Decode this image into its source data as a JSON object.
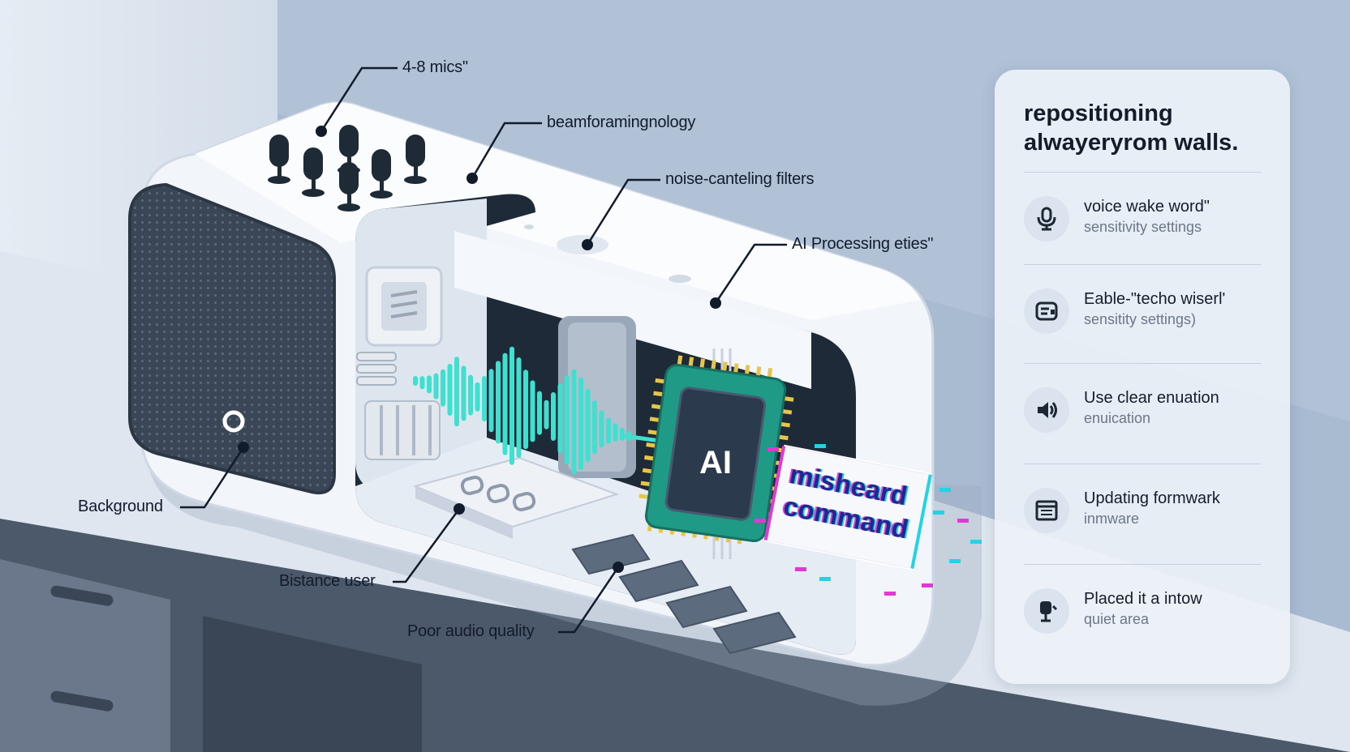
{
  "diagram": {
    "callouts": [
      {
        "id": "mics",
        "text": "4-8 mics\""
      },
      {
        "id": "beamforming",
        "text": "beamforamingnology"
      },
      {
        "id": "noise",
        "text": "noise-canteling filters"
      },
      {
        "id": "ai-processing",
        "text": "AI Processing eties\""
      },
      {
        "id": "background",
        "text": "Background"
      },
      {
        "id": "distance",
        "text": "Bistance user"
      },
      {
        "id": "poor-audio",
        "text": "Poor audio quality"
      }
    ],
    "chip_label": "AI",
    "misheard": {
      "line1": "misheard",
      "line2": "command"
    }
  },
  "panel": {
    "title_line1": "repositioning",
    "title_line2": "alwayeryrom walls.",
    "items": [
      {
        "icon": "microphone-settings-icon",
        "line1": "voice wake word\"",
        "line2": "sensitivity settings"
      },
      {
        "icon": "echo-card-icon",
        "line1": "Eable-\"techo wiserl'",
        "line2": "sensitity settings)"
      },
      {
        "icon": "speaker-volume-icon",
        "line1": "Use clear enuation",
        "line2": "enuication"
      },
      {
        "icon": "firmware-update-icon",
        "line1": "Updating formwark",
        "line2": "inmware"
      },
      {
        "icon": "quiet-placement-icon",
        "line1": "Placed it a intow",
        "line2": "quiet area"
      }
    ]
  },
  "colors": {
    "background": "#b9c8db",
    "device_body": "#f2f5f9",
    "speaker_grille": "#3a4656",
    "waveform": "#3fe0d0",
    "chip": "#1f9a86",
    "glitch_pink": "#e238d3",
    "glitch_cyan": "#22d3e6"
  }
}
